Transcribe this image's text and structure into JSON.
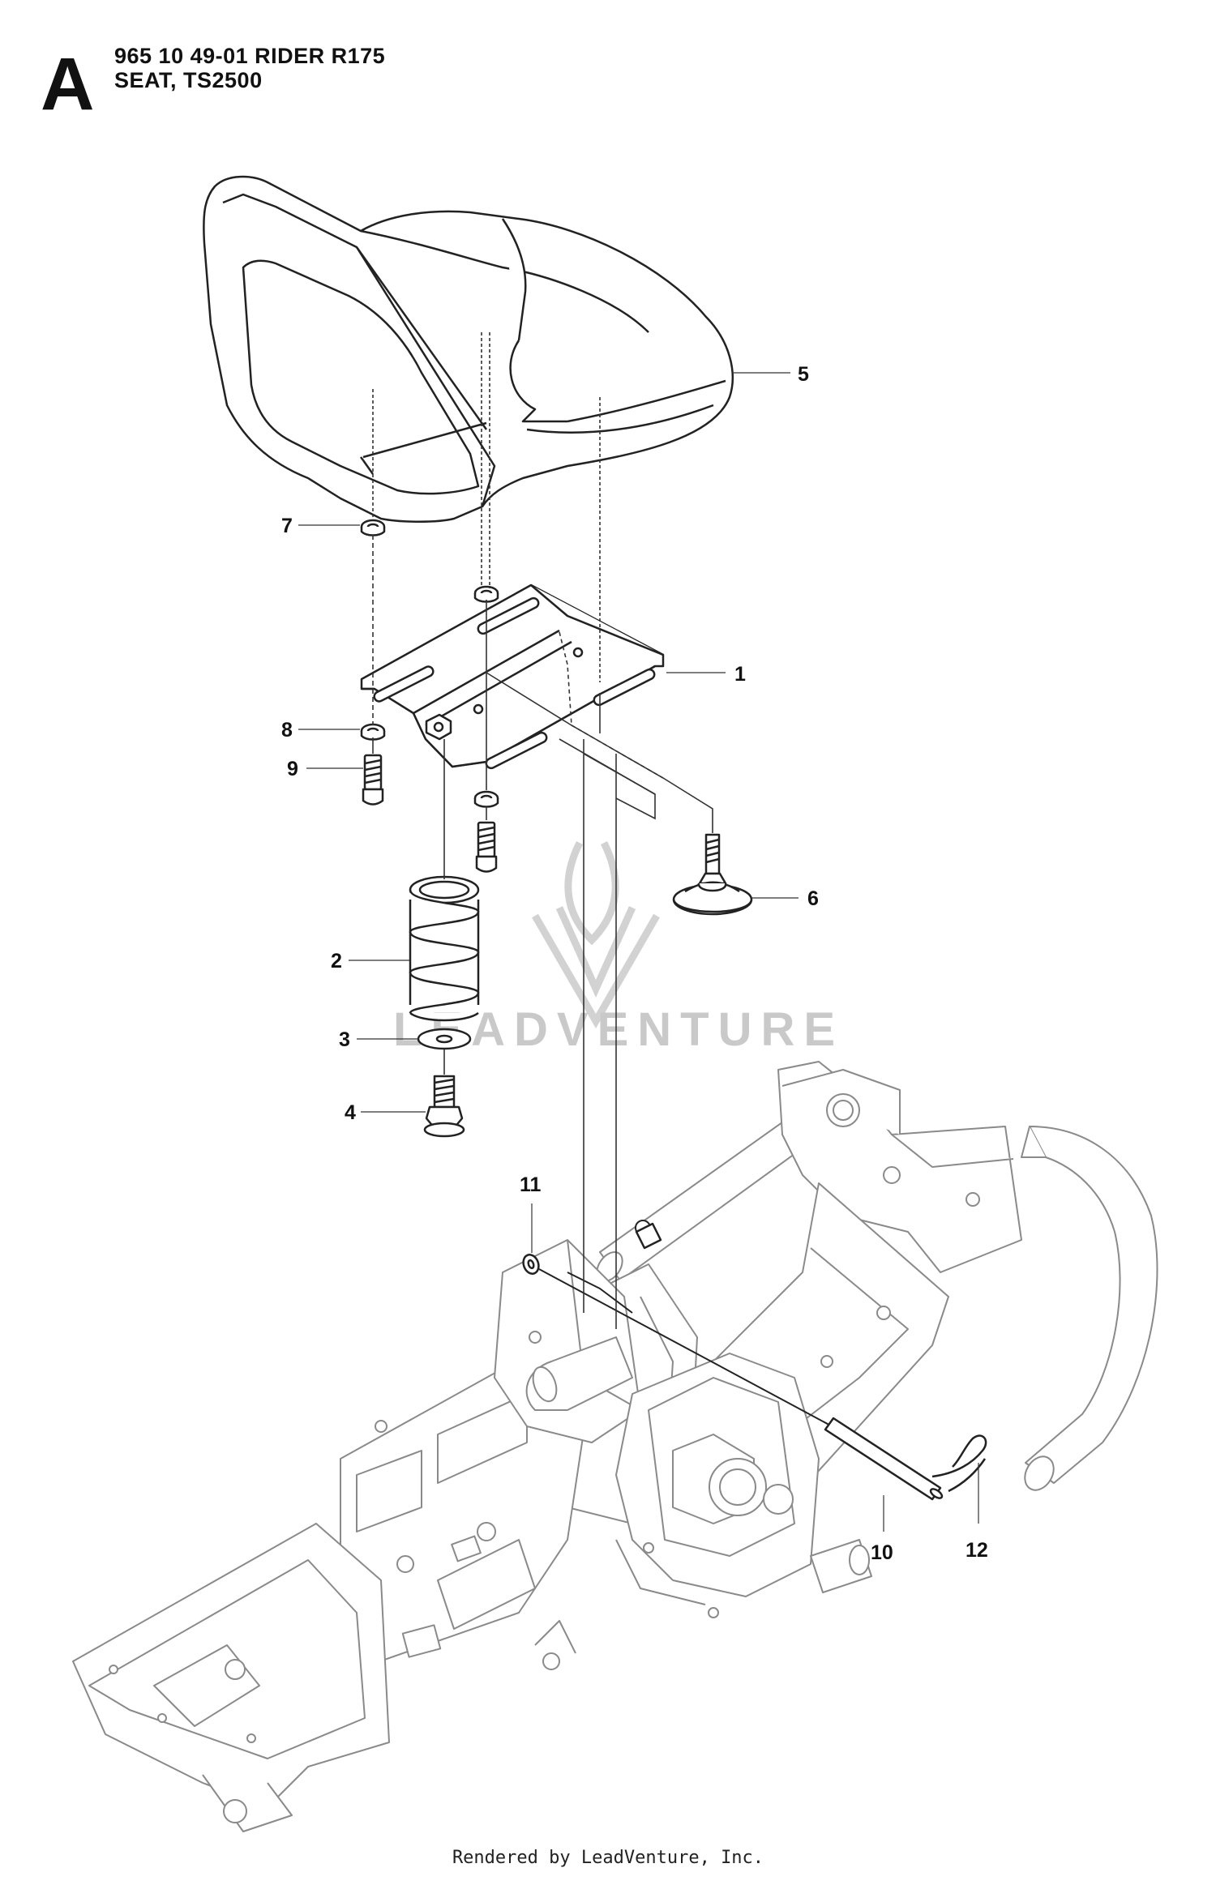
{
  "header": {
    "section_letter": "A",
    "model_line": "965 10 49-01 RIDER R175",
    "assembly_line": "SEAT, TS2500"
  },
  "callouts": [
    {
      "number": "1",
      "part": "seat-plate"
    },
    {
      "number": "2",
      "part": "spring"
    },
    {
      "number": "3",
      "part": "washer"
    },
    {
      "number": "4",
      "part": "bolt"
    },
    {
      "number": "5",
      "part": "seat"
    },
    {
      "number": "6",
      "part": "knob"
    },
    {
      "number": "7",
      "part": "washer"
    },
    {
      "number": "8",
      "part": "washer"
    },
    {
      "number": "9",
      "part": "screw"
    },
    {
      "number": "10",
      "part": "pin"
    },
    {
      "number": "11",
      "part": "clip"
    },
    {
      "number": "12",
      "part": "hairpin-cotter"
    }
  ],
  "watermark": "LEADVENTURE",
  "footer": "Rendered by LeadVenture, Inc.",
  "colors": {
    "line": "#222222",
    "frame": "#8a8a8a",
    "watermark": "#c9c9c9"
  }
}
